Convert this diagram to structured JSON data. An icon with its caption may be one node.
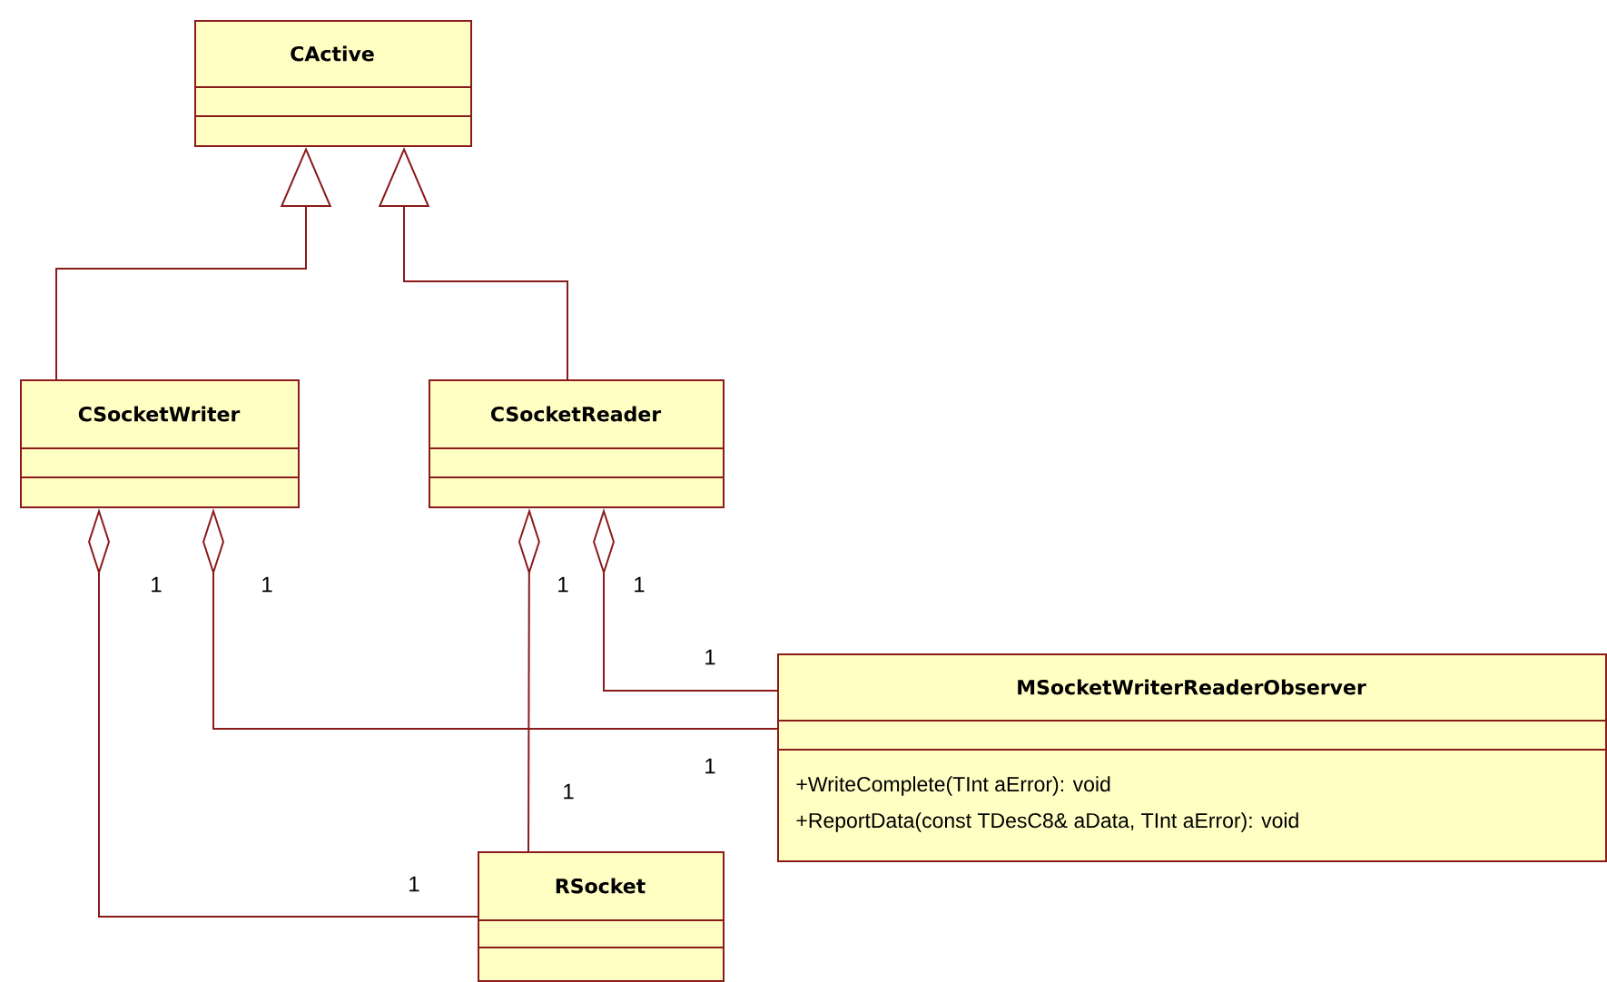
{
  "diagram": {
    "nodes": [
      {
        "text": [
          "CActive"
        ]
      },
      {
        "text": [
          "CSocketWriter"
        ]
      },
      {
        "text": [
          "CSocketReader"
        ]
      },
      {
        "text": [
          "MSocketWriterReaderObserver",
          "+WriteComplete(TInt aError): void",
          "+ReportData(const TDesC8& aData, TInt aError): void"
        ]
      },
      {
        "text": [
          "RSocket"
        ]
      }
    ],
    "edges": [
      {
        "from": 1,
        "to": 0,
        "arrow": "to"
      },
      {
        "from": 2,
        "to": 0,
        "arrow": "to"
      },
      {
        "from": 1,
        "to": 4,
        "arrow": "other"
      },
      {
        "from": 1,
        "to": 3,
        "arrow": "other"
      },
      {
        "from": 2,
        "to": 4,
        "arrow": "other"
      },
      {
        "from": 2,
        "to": 3,
        "arrow": "other"
      }
    ],
    "labels": [
      "1",
      "1",
      "1",
      "1",
      "1",
      "1",
      "1",
      "1"
    ]
  }
}
